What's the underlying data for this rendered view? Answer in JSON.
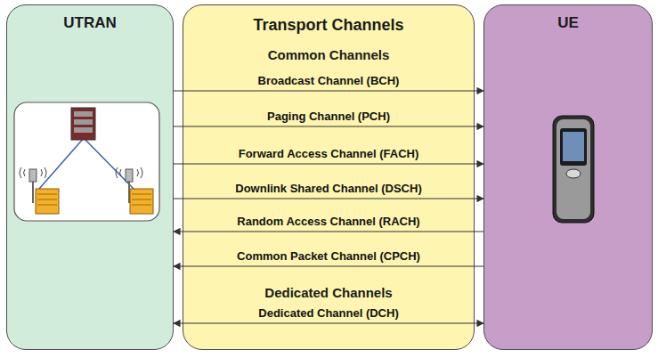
{
  "diagram": {
    "nodes": [
      {
        "text": [
          "UTRAN"
        ]
      },
      {
        "text": [
          "Transport Channels",
          "Common Channels",
          "Dedicated Channels"
        ]
      },
      {
        "text": [
          "UE"
        ]
      }
    ],
    "edges": [
      {
        "from": 0,
        "to": 2,
        "arrow": "to",
        "label": "Broadcast Channel (BCH)"
      },
      {
        "from": 0,
        "to": 2,
        "arrow": "to",
        "label": "Paging Channel (PCH)"
      },
      {
        "from": 0,
        "to": 2,
        "arrow": "to",
        "label": "Forward Access Channel (FACH)"
      },
      {
        "from": 0,
        "to": 2,
        "arrow": "to",
        "label": "Downlink Shared Channel (DSCH)"
      },
      {
        "from": 2,
        "to": 0,
        "arrow": "to",
        "label": "Random Access Channel (RACH)"
      },
      {
        "from": 2,
        "to": 0,
        "arrow": "to",
        "label": "Common Packet Channel (CPCH)"
      },
      {
        "from": 0,
        "to": 2,
        "arrow": "both",
        "label": "Dedicated Channel (DCH)"
      }
    ]
  }
}
